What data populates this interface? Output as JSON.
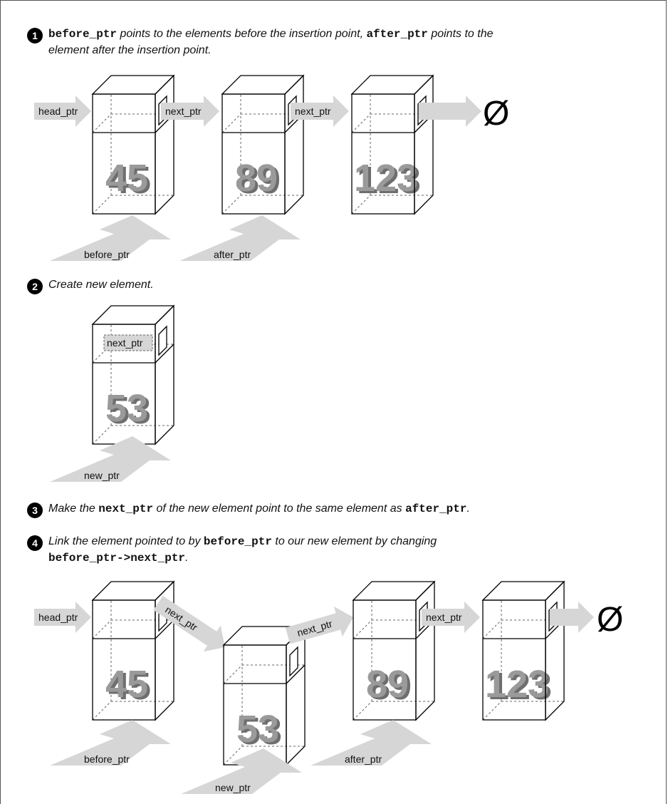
{
  "steps": [
    {
      "number": "1",
      "t1": "before_ptr",
      "t2": " points to the elements before the insertion point, ",
      "t3": "after_ptr",
      "t4": " points to the",
      "t5": "element after the insertion point."
    },
    {
      "number": "2",
      "t1": "Create new element."
    },
    {
      "number": "3",
      "t1": "Make the ",
      "t2": "next_ptr",
      "t3": " of the new element point to the same element as ",
      "t4": "after_ptr",
      "t5": "."
    },
    {
      "number": "4",
      "t1": "Link the element pointed to by ",
      "t2": "before_ptr",
      "t3": " to our new element by changing",
      "t4": "before_ptr->next_ptr",
      "t5": "."
    }
  ],
  "labels": {
    "head_ptr": "head_ptr",
    "next_ptr": "next_ptr",
    "before_ptr": "before_ptr",
    "after_ptr": "after_ptr",
    "new_ptr": "new_ptr",
    "null_symbol": "Ø"
  },
  "diagrams": [
    {
      "id": "initial-list",
      "nodes": [
        "45",
        "89",
        "123"
      ],
      "pointers": [
        "head_ptr",
        "before_ptr",
        "after_ptr"
      ]
    },
    {
      "id": "new-element",
      "nodes": [
        "53"
      ],
      "pointers": [
        "new_ptr"
      ]
    },
    {
      "id": "final-list",
      "nodes": [
        "45",
        "53",
        "89",
        "123"
      ],
      "pointers": [
        "head_ptr",
        "before_ptr",
        "new_ptr",
        "after_ptr"
      ]
    }
  ],
  "colors": {
    "box_stroke": "#000000",
    "arrow_fill": "#d6d6d6",
    "number_fill": "#9a9a9a",
    "dashed": "#666666"
  }
}
